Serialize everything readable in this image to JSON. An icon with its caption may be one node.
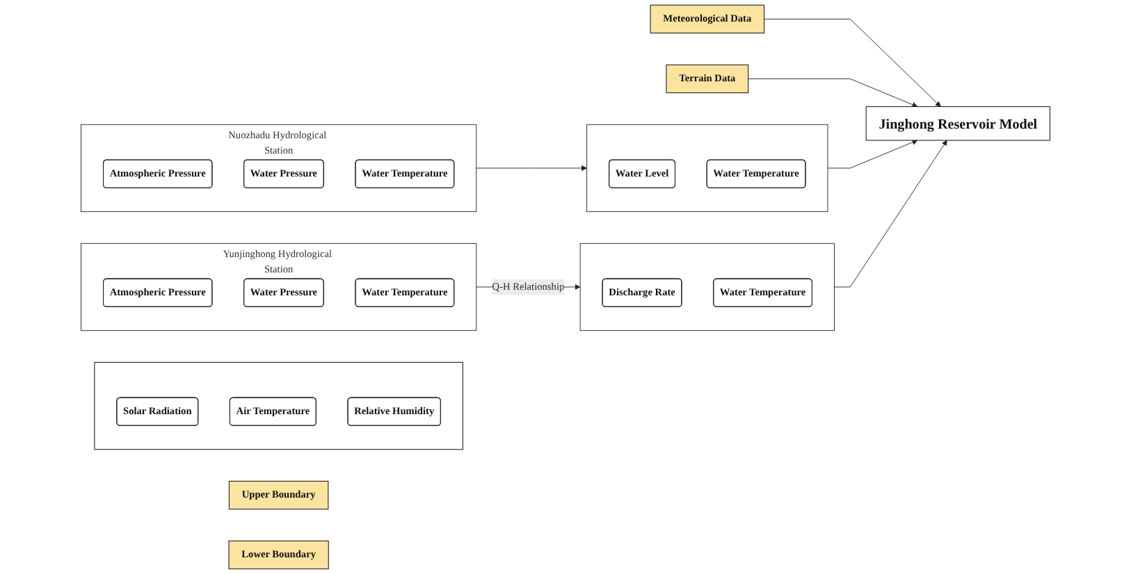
{
  "diagram": {
    "nodes": [
      {
        "text": [],
        "shape": "box"
      },
      {
        "text": [
          "Solar Radiation"
        ],
        "in": 0
      },
      {
        "text": [
          "Air Temperature"
        ],
        "in": 0
      },
      {
        "text": [
          "Relative Humidity"
        ],
        "in": 0
      },
      {
        "text": [
          "Meteorological Data"
        ]
      },
      {
        "text": [
          "Nuozhadu Hydrological Station"
        ]
      },
      {
        "text": [
          "Atmospheric Pressure"
        ],
        "in": 5
      },
      {
        "text": [
          "Water Pressure"
        ],
        "in": 5
      },
      {
        "text": [
          "Water Temperature"
        ],
        "in": 5
      },
      {
        "text": [],
        "shape": "box"
      },
      {
        "text": [
          "Water Level"
        ],
        "in": 9
      },
      {
        "text": [
          "Water Temperature"
        ],
        "in": 9
      },
      {
        "text": [
          "Jinghong Reservoir Model"
        ]
      },
      {
        "text": [],
        "shape": "box"
      },
      {
        "text": [
          "Discharge Rate"
        ],
        "in": 13
      },
      {
        "text": [
          "Water Temperature"
        ],
        "in": 13
      },
      {
        "text": [
          "Yunjinghong Hydrological Station"
        ]
      },
      {
        "text": [
          "Atmospheric Pressure"
        ],
        "in": 16
      },
      {
        "text": [
          "Water Pressure"
        ],
        "in": 16
      },
      {
        "text": [
          "Water Temperature"
        ],
        "in": 16
      },
      {
        "text": [
          "Upper Boundary"
        ]
      },
      {
        "text": [
          "Terrain Data"
        ]
      },
      {
        "text": [
          "Lower Boundary"
        ]
      }
    ],
    "edges": [
      {
        "from": 5,
        "to": 9,
        "arrow": "to"
      },
      {
        "from": 9,
        "to": 12,
        "arrow": "to"
      },
      {
        "from": 4,
        "to": 12,
        "arrow": "to"
      },
      {
        "from": 21,
        "to": 12,
        "arrow": "to"
      },
      {
        "from": 13,
        "to": 12,
        "arrow": "to"
      },
      {
        "from": 16,
        "to": 13,
        "arrow": "to",
        "label": "Q-H Relationship"
      }
    ]
  }
}
